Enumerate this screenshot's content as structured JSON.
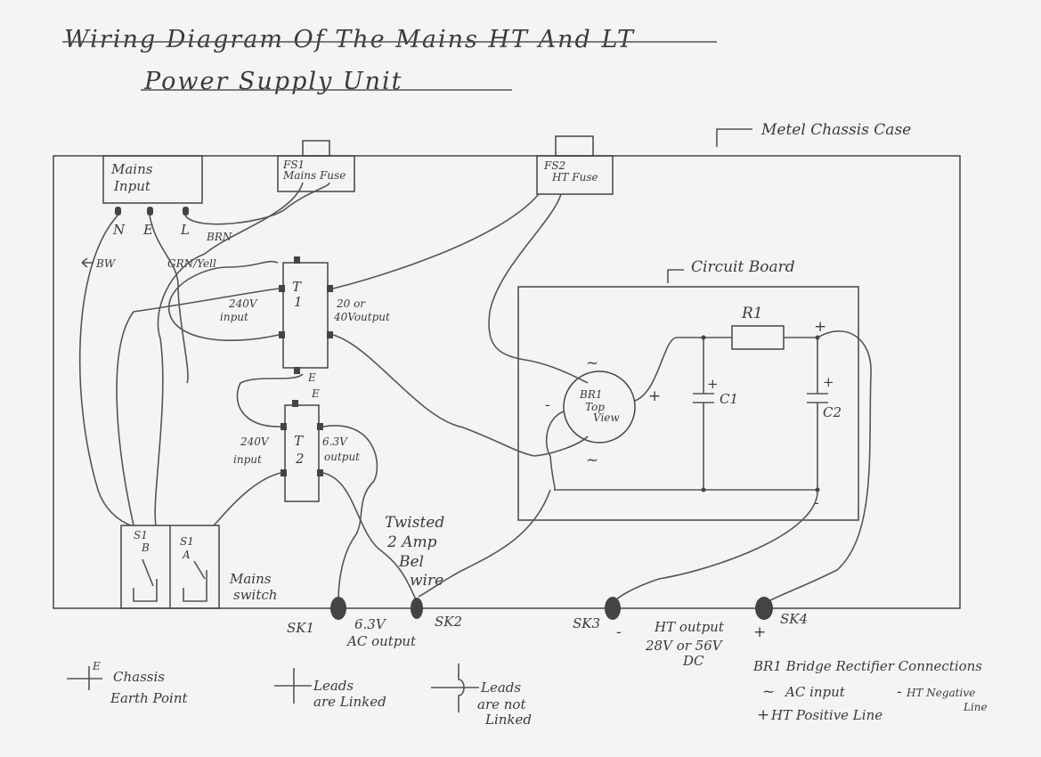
{
  "title": {
    "line1": "Wiring Diagram Of The Mains HT And LT",
    "line2": "Power Supply Unit"
  },
  "chassis": {
    "label": "Metel Chassis Case"
  },
  "mains_input": {
    "label1": "Mains",
    "label2": "Input",
    "pins": {
      "n": "N",
      "e": "E",
      "l": "L"
    },
    "wire_brn": "BRN",
    "wire_bw": "BW",
    "wire_grn": "GRN/Yell"
  },
  "fs1": {
    "label1": "FS1",
    "label2": "Mains Fuse"
  },
  "fs2": {
    "label1": "FS2",
    "label2": "HT Fuse"
  },
  "t1": {
    "label1": "T",
    "label2": "1",
    "input1": "240V",
    "input2": "input",
    "output1": "20 or",
    "output2": "40Voutput"
  },
  "t2": {
    "label1": "T",
    "label2": "2",
    "input1": "240V",
    "input2": "input",
    "output1": "6.3V",
    "output2": "output"
  },
  "earth_mark": "E",
  "circuit_board": {
    "label": "Circuit Board",
    "r1": "R1",
    "c1": "C1",
    "c2": "C2",
    "br1_line1": "BR1",
    "br1_line2": "Top",
    "br1_line3": "View",
    "plus": "+",
    "minus": "-",
    "ac": "~"
  },
  "switch": {
    "s1b_line1": "S1",
    "s1b_line2": "B",
    "s1a_line1": "S1",
    "s1a_line2": "A",
    "label1": "Mains",
    "label2": "switch"
  },
  "twisted": {
    "line1": "Twisted",
    "line2": "2 Amp",
    "line3": "Bel",
    "line4": "wire"
  },
  "sockets": {
    "sk1": "SK1",
    "sk2": "SK2",
    "sk3": "SK3",
    "sk4": "SK4",
    "ac_out1": "6.3V",
    "ac_out2": "AC output",
    "ht_out1": "HT output",
    "ht_out2": "28V or 56V",
    "ht_out3": "DC",
    "minus": "-",
    "plus": "+"
  },
  "legend": {
    "earth_mark": "E",
    "earth1": "Chassis",
    "earth2": "Earth Point",
    "linked1": "Leads",
    "linked2": "are Linked",
    "notlinked1": "Leads",
    "notlinked2": "are not",
    "notlinked3": "Linked",
    "br1_title": "BR1 Bridge Rectifier Connections",
    "ac_sym": "~",
    "ac_input": "AC input",
    "neg_sym": "-",
    "ht_neg1": "HT Negative",
    "ht_neg2": "Line",
    "pos_sym": "+",
    "ht_pos": "HT Positive Line"
  }
}
